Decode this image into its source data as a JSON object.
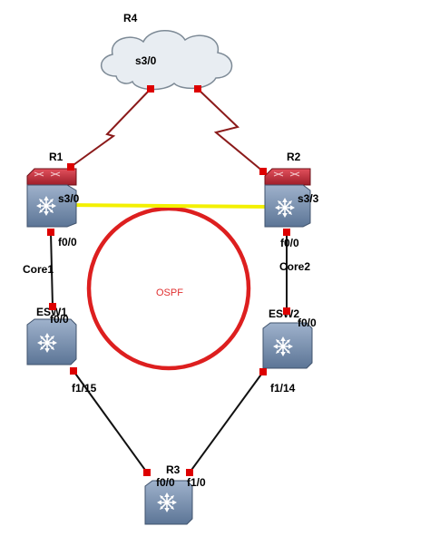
{
  "diagram": {
    "colors": {
      "link": "#111111",
      "serial_link": "#8b1a1a",
      "trunk_link": "#f3f000",
      "port_marker": "#dd0000",
      "ospf_ring": "#dd1f1f",
      "switch_body": "#6f86a6",
      "router_top": "#c8303c"
    },
    "nodes": {
      "r4": {
        "name": "R4",
        "port": "s3/0",
        "type": "cloud"
      },
      "r1": {
        "name": "R1",
        "type": "router-switch"
      },
      "r2": {
        "name": "R2",
        "type": "router-switch"
      },
      "esw1": {
        "name": "ESW1",
        "type": "switch"
      },
      "esw2": {
        "name": "ESW2",
        "type": "switch"
      },
      "r3": {
        "name": "R3",
        "type": "switch"
      }
    },
    "ports": {
      "r1_s30": "s3/0",
      "r2_s33": "s3/3",
      "r1_f00": "f0/0",
      "r2_f00": "f0/0",
      "esw1_f00": "f0/0",
      "esw2_f00": "f0/0",
      "esw1_f115": "f1/15",
      "esw2_f114": "f1/14",
      "r3_f00": "f0/0",
      "r3_f10": "f1/0"
    },
    "links": {
      "core1": "Core1",
      "core2": "Core2"
    },
    "area_label": "OSPF"
  }
}
